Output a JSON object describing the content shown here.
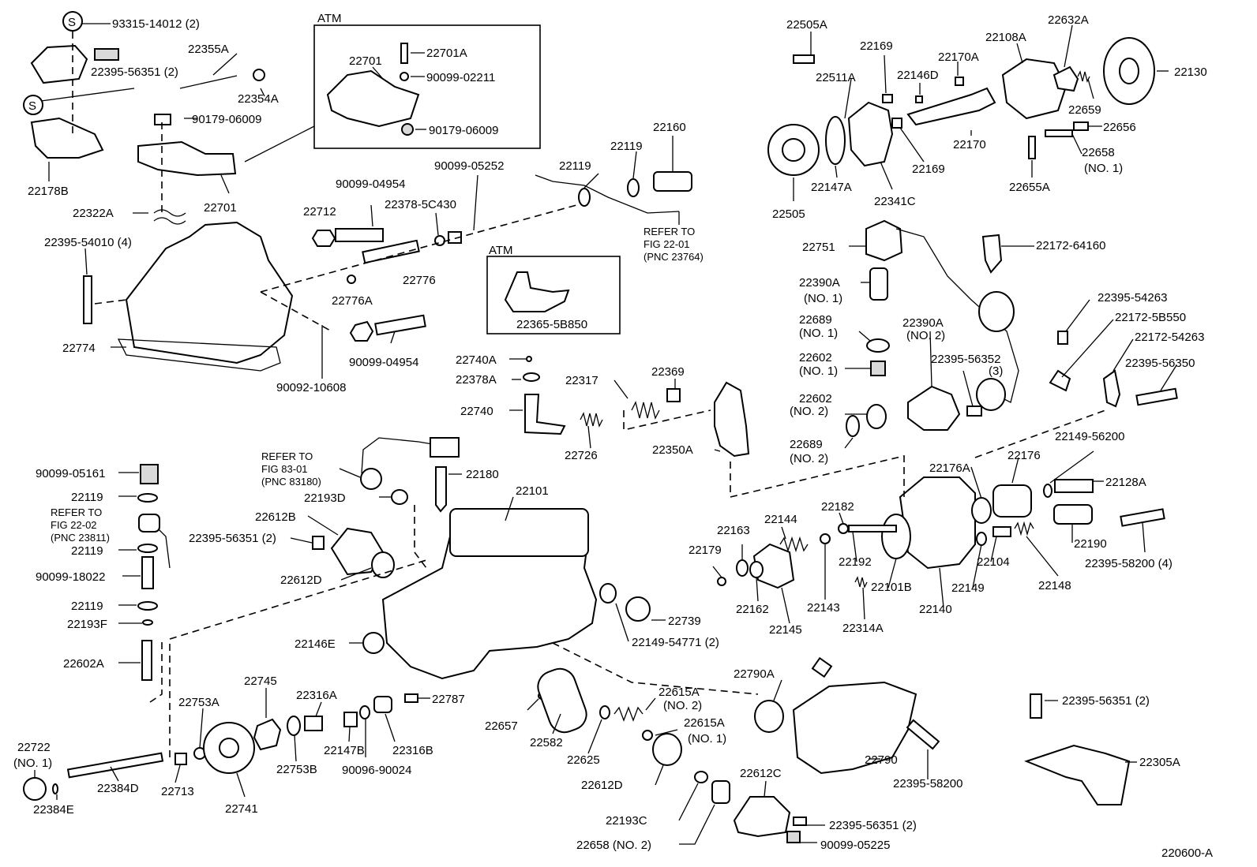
{
  "diagram_code": "220600-A",
  "boxes": {
    "atm_top": "ATM",
    "atm_mid": "ATM"
  },
  "labels": {
    "l_93315": "93315-14012 (2)",
    "l_22395_56351_2a": "22395-56351 (2)",
    "l_22178B": "22178B",
    "l_22355A": "22355A",
    "l_22354A": "22354A",
    "l_90179_06009a": "90179-06009",
    "l_22701_left": "22701",
    "l_22322A": "22322A",
    "l_22701_box": "22701",
    "l_22701A": "22701A",
    "l_90099_02211": "90099-02211",
    "l_90179_06009b": "90179-06009",
    "l_22395_54010": "22395-54010 (4)",
    "l_22774": "22774",
    "l_22712": "22712",
    "l_90099_04954a": "90099-04954",
    "l_22378_5C430": "22378-5C430",
    "l_90099_05252": "90099-05252",
    "l_22776": "22776",
    "l_22776A": "22776A",
    "l_90099_04954b": "90099-04954",
    "l_90092_10608": "90092-10608",
    "l_22119_top": "22119",
    "l_22119_top2": "22119",
    "l_22160": "22160",
    "l_refer_2201_a": "REFER TO",
    "l_refer_2201_b": "FIG 22-01",
    "l_refer_2201_c": "(PNC 23764)",
    "l_22365": "22365-5B850",
    "l_22740A": "22740A",
    "l_22378A": "22378A",
    "l_22740": "22740",
    "l_22317": "22317",
    "l_22369": "22369",
    "l_22726": "22726",
    "l_22350A": "22350A",
    "l_refer_8301_a": "REFER TO",
    "l_refer_8301_b": "FIG 83-01",
    "l_refer_8301_c": "(PNC 83180)",
    "l_22180": "22180",
    "l_22193D": "22193D",
    "l_22101": "22101",
    "l_22612B": "22612B",
    "l_22395_56351_2b": "22395-56351 (2)",
    "l_22612D_top": "22612D",
    "l_90099_05161": "90099-05161",
    "l_22119_l1": "22119",
    "l_refer_2202_a": "REFER TO",
    "l_refer_2202_b": "FIG 22-02",
    "l_refer_2202_c": "(PNC 23811)",
    "l_22119_l2": "22119",
    "l_90099_18022": "90099-18022",
    "l_22119_l3": "22119",
    "l_22193F": "22193F",
    "l_22602A": "22602A",
    "l_22146E": "22146E",
    "l_22739": "22739",
    "l_22149_54771": "22149-54771 (2)",
    "l_22745": "22745",
    "l_22753A": "22753A",
    "l_22316A": "22316A",
    "l_22787": "22787",
    "l_22722a": "22722",
    "l_22722b": "(NO. 1)",
    "l_22384D": "22384D",
    "l_22384E": "22384E",
    "l_22713": "22713",
    "l_22741": "22741",
    "l_22753B": "22753B",
    "l_22147B": "22147B",
    "l_90096_90024": "90096-90024",
    "l_22316B": "22316B",
    "l_22657": "22657",
    "l_22582": "22582",
    "l_22625": "22625",
    "l_22615A_2a": "22615A",
    "l_22615A_2b": "(NO. 2)",
    "l_22615A_1a": "22615A",
    "l_22615A_1b": "(NO. 1)",
    "l_22612D_bot": "22612D",
    "l_22193C": "22193C",
    "l_22658_2": "22658 (NO. 2)",
    "l_22612C": "22612C",
    "l_22395_56351_2c": "22395-56351 (2)",
    "l_90099_05225": "90099-05225",
    "l_22790A": "22790A",
    "l_22790": "22790",
    "l_22395_58200": "22395-58200",
    "l_22395_56351_2d": "22395-56351 (2)",
    "l_22305A": "22305A",
    "l_22505A": "22505A",
    "l_22511A": "22511A",
    "l_22169a": "22169",
    "l_22170A": "22170A",
    "l_22146D": "22146D",
    "l_22108A": "22108A",
    "l_22632A": "22632A",
    "l_22130": "22130",
    "l_22659": "22659",
    "l_22656": "22656",
    "l_22658_1a": "22658",
    "l_22658_1b": "(NO. 1)",
    "l_22655A": "22655A",
    "l_22170": "22170",
    "l_22169b": "22169",
    "l_22341C": "22341C",
    "l_22147A": "22147A",
    "l_22505": "22505",
    "l_22751": "22751",
    "l_22172_64160": "22172-64160",
    "l_22390A_1a": "22390A",
    "l_22390A_1b": "(NO. 1)",
    "l_22689_1a": "22689",
    "l_22689_1b": "(NO. 1)",
    "l_22390A_2a": "22390A",
    "l_22390A_2b": "(NO. 2)",
    "l_22395_54263": "22395-54263",
    "l_22172_5B550": "22172-5B550",
    "l_22172_54263": "22172-54263",
    "l_22395_56350": "22395-56350",
    "l_22602_1a": "22602",
    "l_22602_1b": "(NO. 1)",
    "l_22395_56352a": "22395-56352",
    "l_22395_56352b": "(3)",
    "l_22602_2a": "22602",
    "l_22602_2b": "(NO. 2)",
    "l_22689_2a": "22689",
    "l_22689_2b": "(NO. 2)",
    "l_22176A": "22176A",
    "l_22176": "22176",
    "l_22149_56200": "22149-56200",
    "l_22128A": "22128A",
    "l_22190": "22190",
    "l_22395_58200_4": "22395-58200 (4)",
    "l_22182": "22182",
    "l_22144": "22144",
    "l_22163": "22163",
    "l_22179": "22179",
    "l_22192": "22192",
    "l_22104": "22104",
    "l_22149": "22149",
    "l_22148": "22148",
    "l_22101B": "22101B",
    "l_22162": "22162",
    "l_22143": "22143",
    "l_22145": "22145",
    "l_22314A": "22314A",
    "l_22140": "22140"
  }
}
